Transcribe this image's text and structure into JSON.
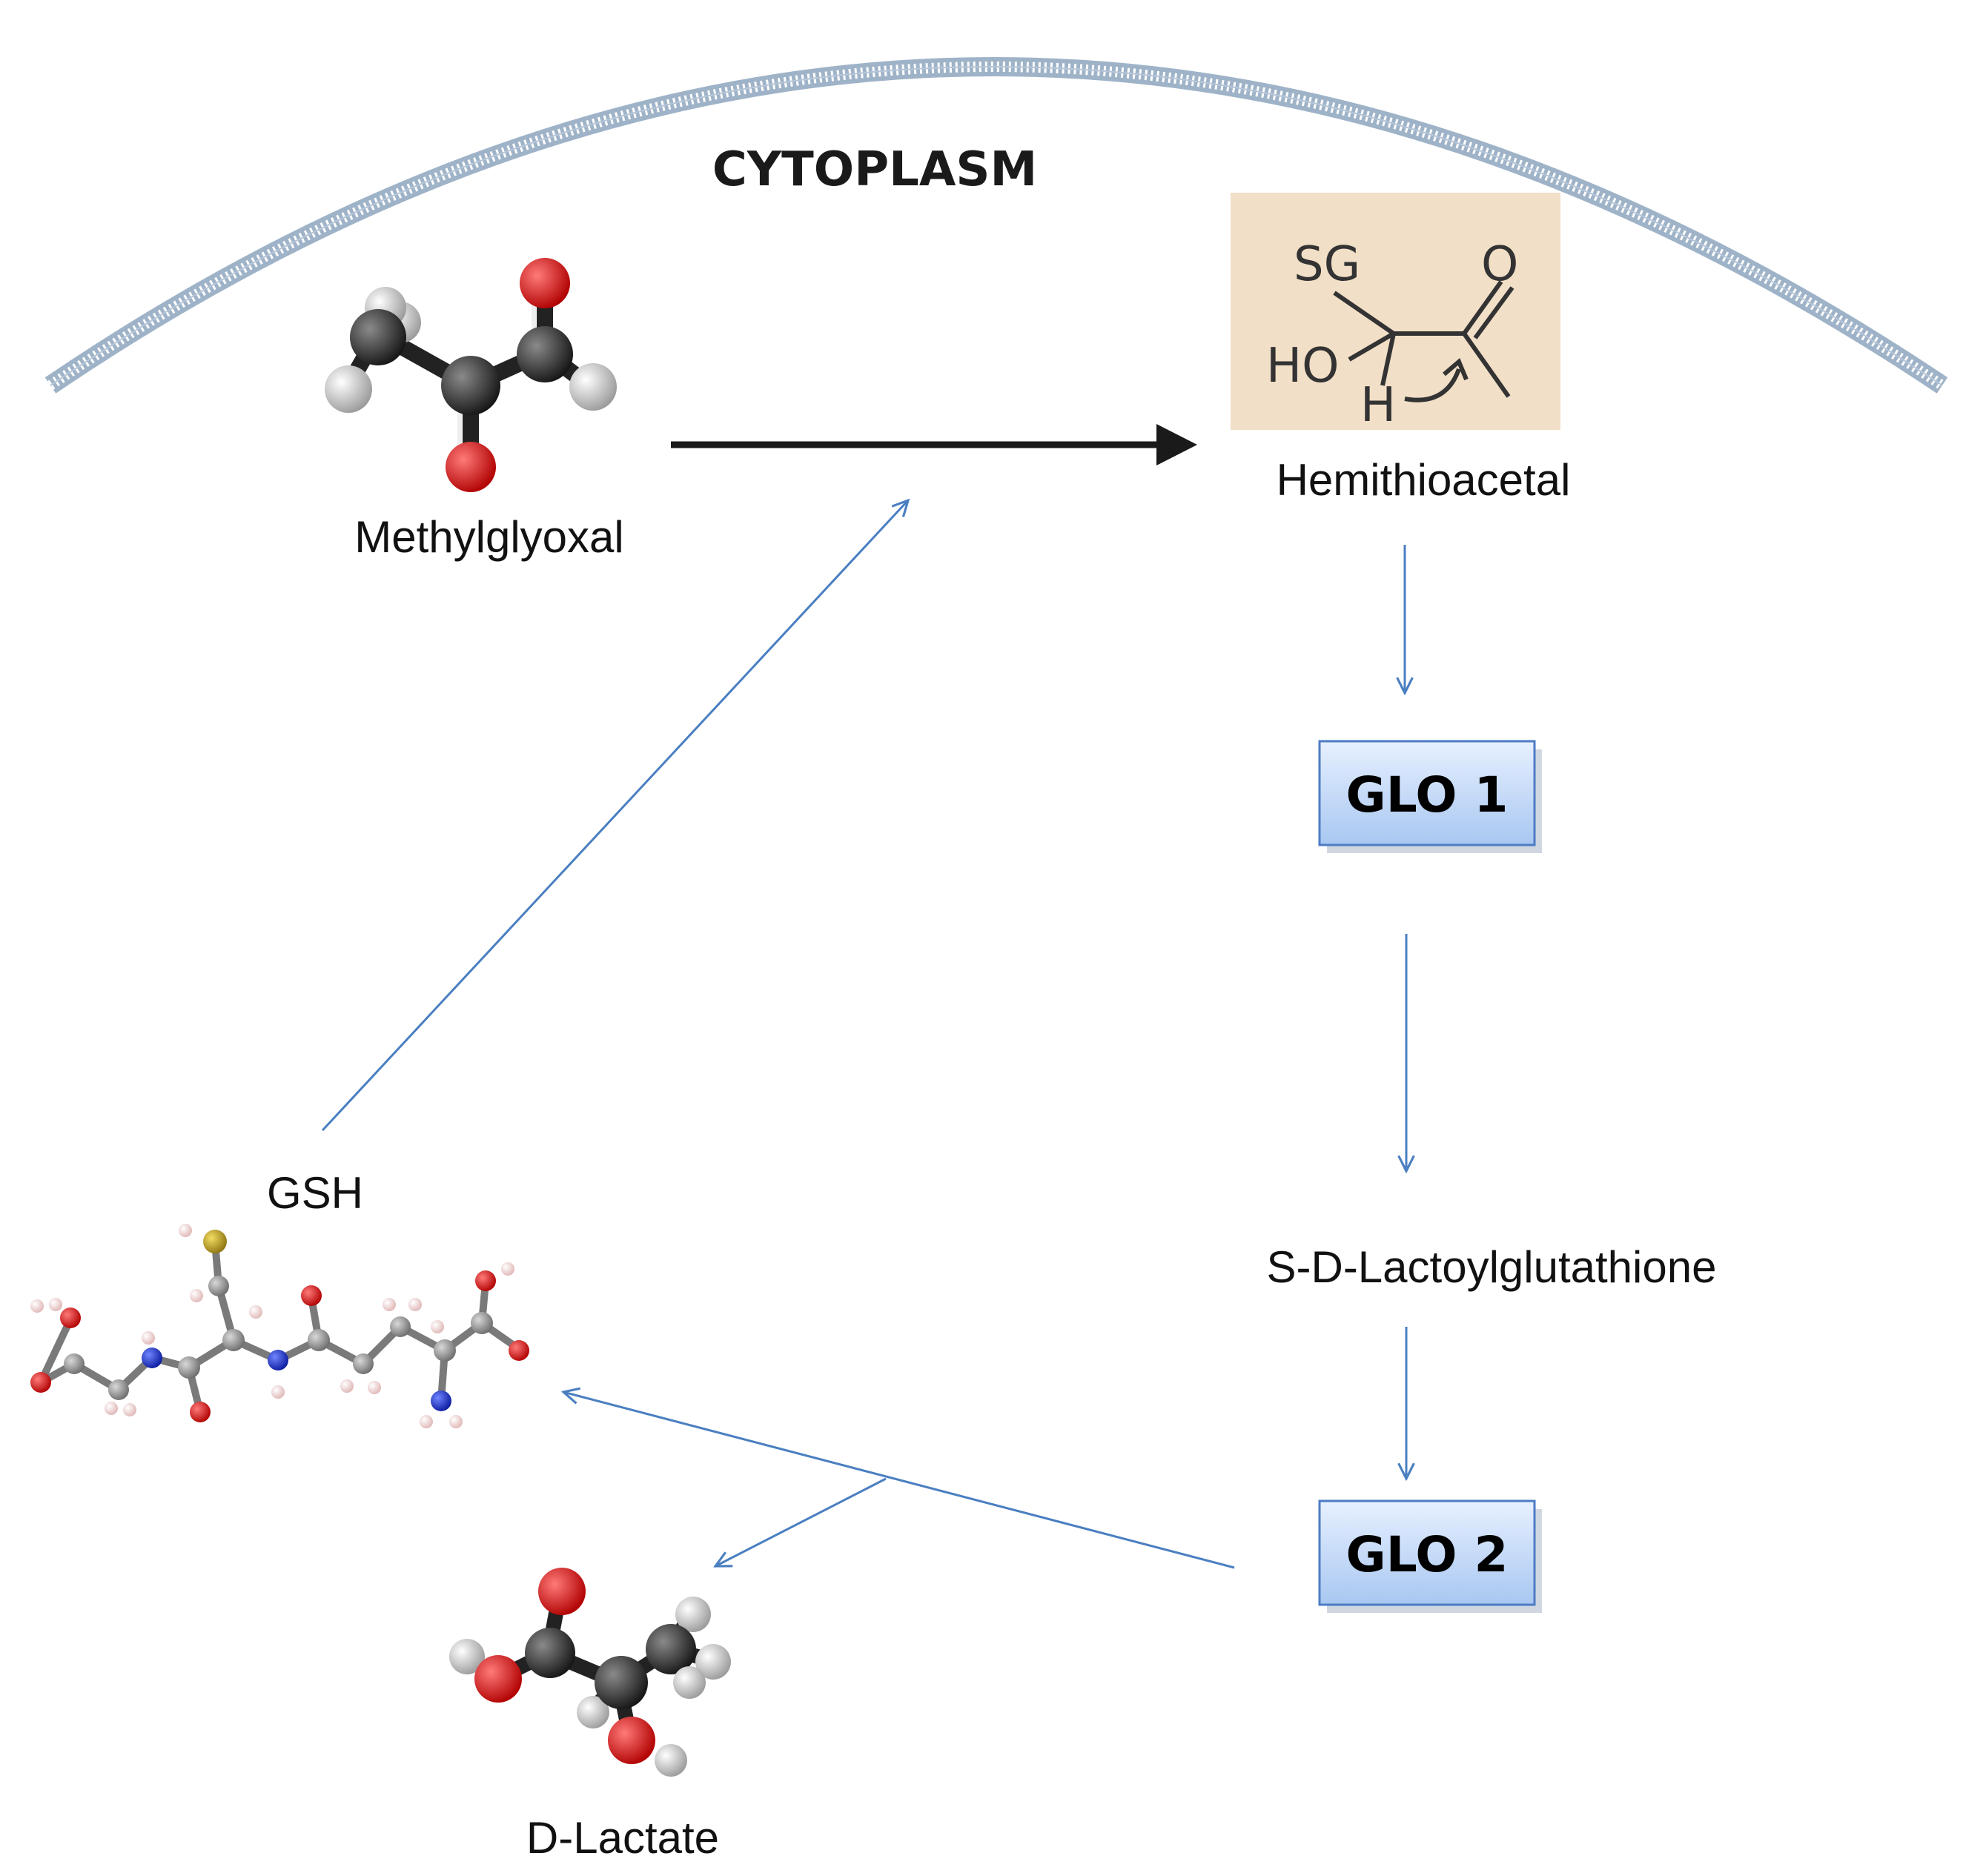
{
  "compartment": "CYTOPLASM",
  "nodes": {
    "methylglyoxal": "Methylglyoxal",
    "hemithioacetal": "Hemithioacetal",
    "glo1": "GLO 1",
    "lactoylglutathione": "S-D-Lactoylglutathione",
    "glo2": "GLO 2",
    "gsh": "GSH",
    "dlactate": "D-Lactate"
  },
  "structure_labels": {
    "sg": "SG",
    "o": "O",
    "ho": "HO",
    "h": "H"
  },
  "colors": {
    "membrane": "#9fb3c8",
    "pathway_arrow": "#4a7fc1",
    "main_arrow": "#1a1a1a",
    "enzyme_fill_top": "#e4efff",
    "enzyme_fill_bottom": "#a9c8f2",
    "structure_bg": "#f2dfc7",
    "carbon": "#2a2a2a",
    "oxygen": "#d10a0a",
    "hydrogen": "#e6e6e6",
    "nitrogen": "#1c2fd1",
    "sulfur": "#c9a816"
  }
}
